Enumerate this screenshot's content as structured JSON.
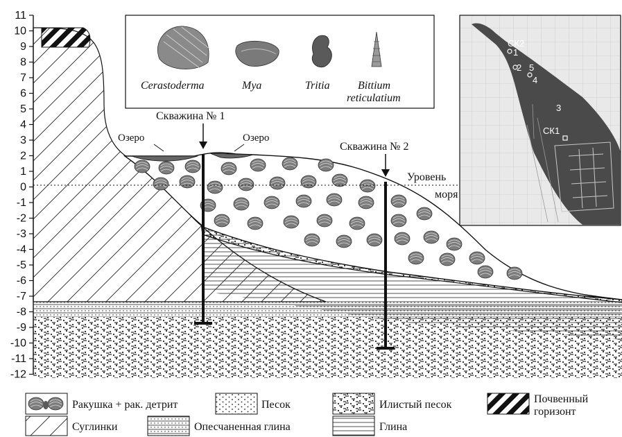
{
  "axis": {
    "ticks": [
      "11",
      "10",
      "9",
      "8",
      "7",
      "6",
      "5",
      "4",
      "3",
      "2",
      "1",
      "0",
      "-1",
      "-2",
      "-3",
      "-4",
      "-5",
      "-6",
      "-7",
      "-8",
      "-9",
      "-10",
      "-11",
      "-12"
    ]
  },
  "labels": {
    "lake_left": "Озеро",
    "lake_right": "Озеро",
    "borehole1": "Скважина № 1",
    "borehole2": "Скважина № 2",
    "sea_level_line1": "Уровень",
    "sea_level_line2": "моря"
  },
  "species": {
    "cerastoderma": "Cerastoderma",
    "mya": "Mya",
    "tritia": "Tritia",
    "bittium_line1": "Bittium",
    "bittium_line2": "reticulatium"
  },
  "map": {
    "sk2": "СК2",
    "sk1": "СК1",
    "p1": "1",
    "p2": "2",
    "p3": "3",
    "p4": "4",
    "p5": "5"
  },
  "legend": {
    "shell": "Ракушка + рак. детрит",
    "sand": "Песок",
    "silty_sand": "Илистый песок",
    "soil_line1": "Почвенный",
    "soil_line2": "горизонт",
    "loam": "Суглинки",
    "sandy_clay": "Опесчаненная глина",
    "clay": "Глина"
  },
  "colors": {
    "map_land": "#4a4a4a",
    "map_bg": "#e9e9e9",
    "shell_fill": "#7d7d7d"
  }
}
